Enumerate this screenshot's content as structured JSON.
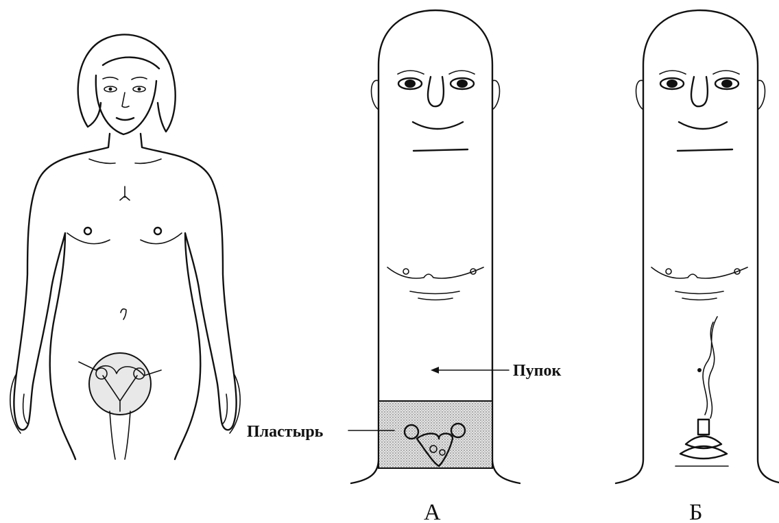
{
  "labels": {
    "navel": "Пупок",
    "patch": "Пластырь",
    "panel_a": "А",
    "panel_b": "Б"
  },
  "figures": [
    {
      "id": "woman-figure",
      "description": "front-view female body outline"
    },
    {
      "id": "figure-a",
      "panel": "А"
    },
    {
      "id": "figure-b",
      "panel": "Б"
    }
  ]
}
